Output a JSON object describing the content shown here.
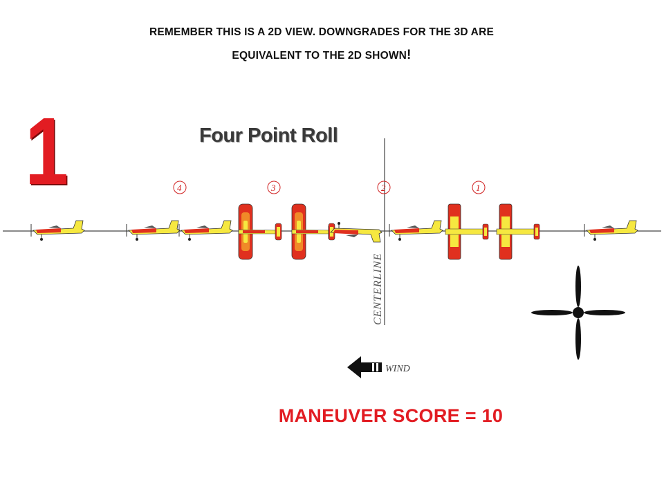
{
  "note": {
    "line1": "REMEMBER THIS IS A 2D VIEW. DOWNGRADES FOR THE 3D ARE",
    "line2": "EQUIVALENT TO THE 2D SHOWN",
    "line2_end": "!"
  },
  "maneuver_number": "1",
  "maneuver_title": "Four Point Roll",
  "markers": [
    {
      "label": "4"
    },
    {
      "label": "3"
    },
    {
      "label": "2"
    },
    {
      "label": "1"
    }
  ],
  "centerline_label": "CENTERLINE",
  "wind_label": "WIND",
  "score_text": "MANEUVER SCORE = 10",
  "colors": {
    "accent_red": "#e21c22",
    "plane_yellow": "#f6e840",
    "plane_red": "#e0301e",
    "plane_orange": "#f08a28"
  },
  "icons": [
    "compass-cross-icon",
    "wind-arrow-icon"
  ]
}
